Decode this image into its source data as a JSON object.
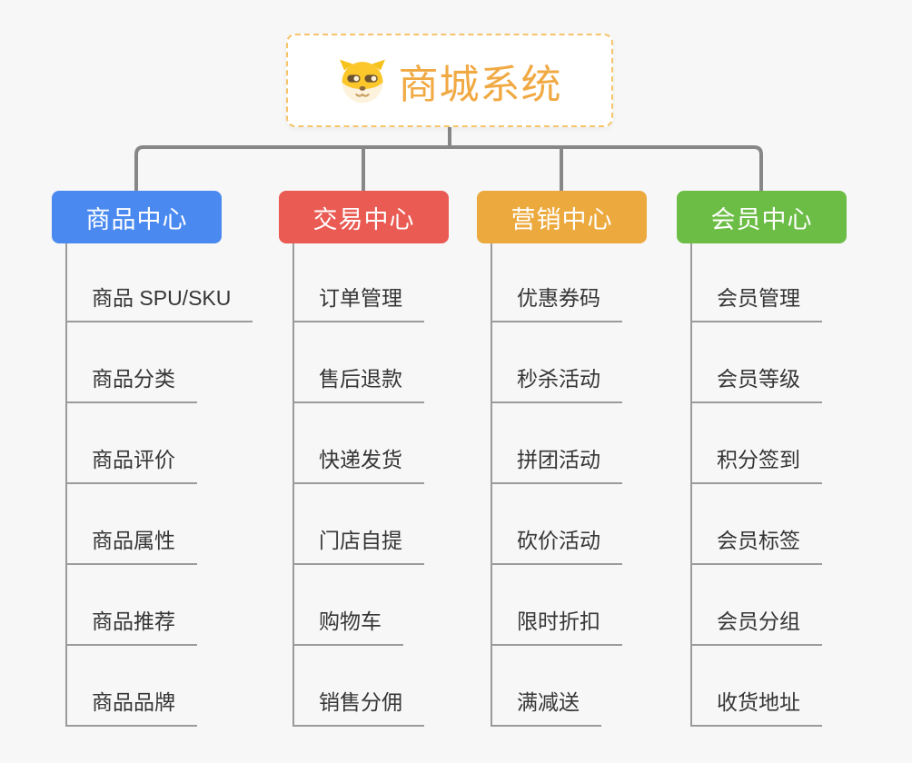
{
  "root": {
    "title": "商城系统",
    "title_color": "#f0a943",
    "border_color": "#f6c46a",
    "icon": "shiba-dog-icon"
  },
  "connector_color": "#878787",
  "columns": [
    {
      "label": "商品中心",
      "color": "#4a8af0",
      "items": [
        "商品 SPU/SKU",
        "商品分类",
        "商品评价",
        "商品属性",
        "商品推荐",
        "商品品牌"
      ]
    },
    {
      "label": "交易中心",
      "color": "#e95b53",
      "items": [
        "订单管理",
        "售后退款",
        "快递发货",
        "门店自提",
        "购物车",
        "销售分佣"
      ]
    },
    {
      "label": "营销中心",
      "color": "#ecaa3e",
      "items": [
        "优惠券码",
        "秒杀活动",
        "拼团活动",
        "砍价活动",
        "限时折扣",
        "满减送"
      ]
    },
    {
      "label": "会员中心",
      "color": "#6cbd45",
      "items": [
        "会员管理",
        "会员等级",
        "积分签到",
        "会员标签",
        "会员分组",
        "收货地址"
      ]
    }
  ]
}
